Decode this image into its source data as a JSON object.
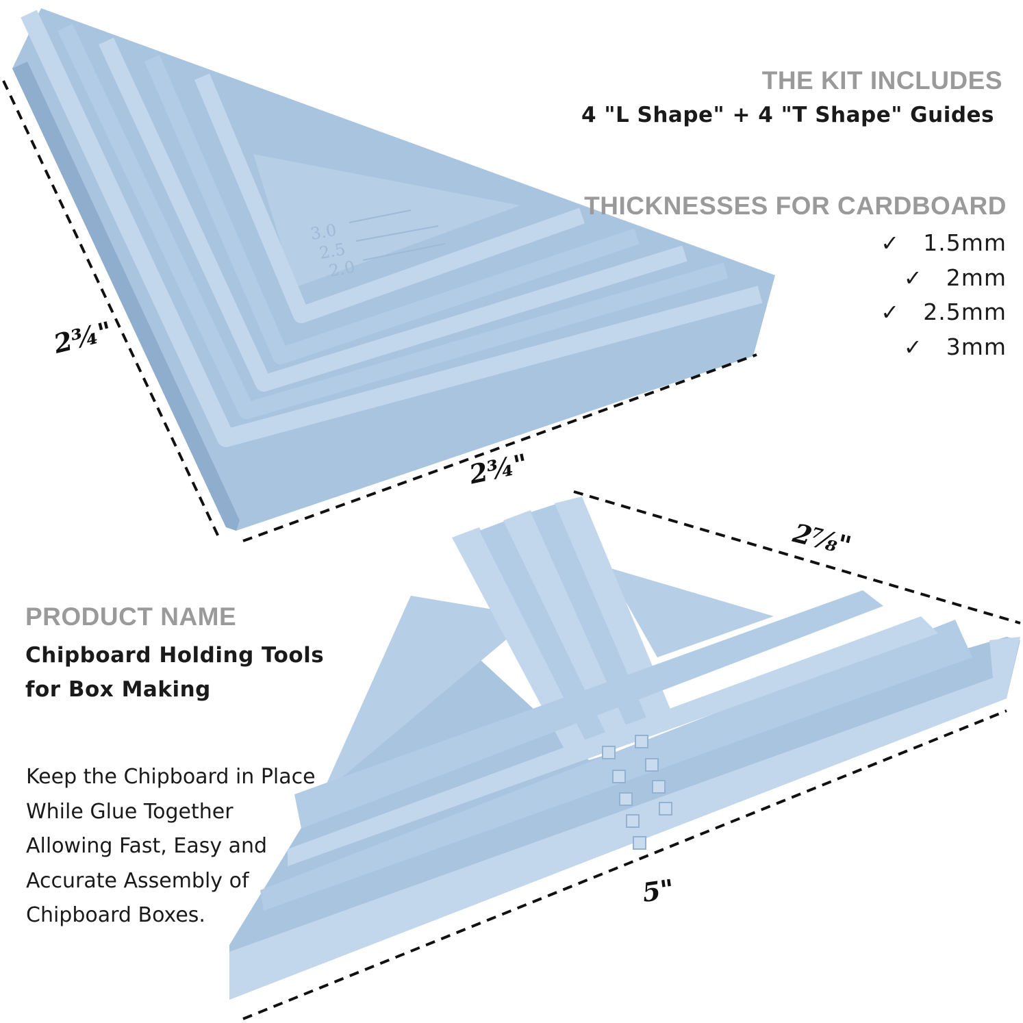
{
  "kit": {
    "heading": "THE KIT INCLUDES",
    "value": "4 \"L Shape\" + 4 \"T Shape\" Guides"
  },
  "thickness": {
    "heading": "THICKNESSES FOR CARDBOARD",
    "check_mark": "✓",
    "items": [
      "1.5mm",
      "2mm",
      "2.5mm",
      "3mm"
    ]
  },
  "product": {
    "heading": "PRODUCT NAME",
    "value": "Chipboard Holding Tools for Box Making"
  },
  "description": "Keep the Chipboard in Place While Glue Together Allowing Fast, Easy and Accurate Assembly of Chipboard Boxes.",
  "dimensions": {
    "l_side": "2¾\"",
    "l_bottom": "2¾\"",
    "t_side": "2⅞\"",
    "t_bottom": "5\""
  },
  "scale_marks": [
    "3.0",
    "2.5",
    "2.0"
  ],
  "colors": {
    "tool_face": "#aec8e2",
    "tool_shadow": "#93b1d1",
    "tool_edge": "#c8dbef",
    "heading_gray": "#9a9a9a",
    "text_dark": "#1a1a1a"
  }
}
